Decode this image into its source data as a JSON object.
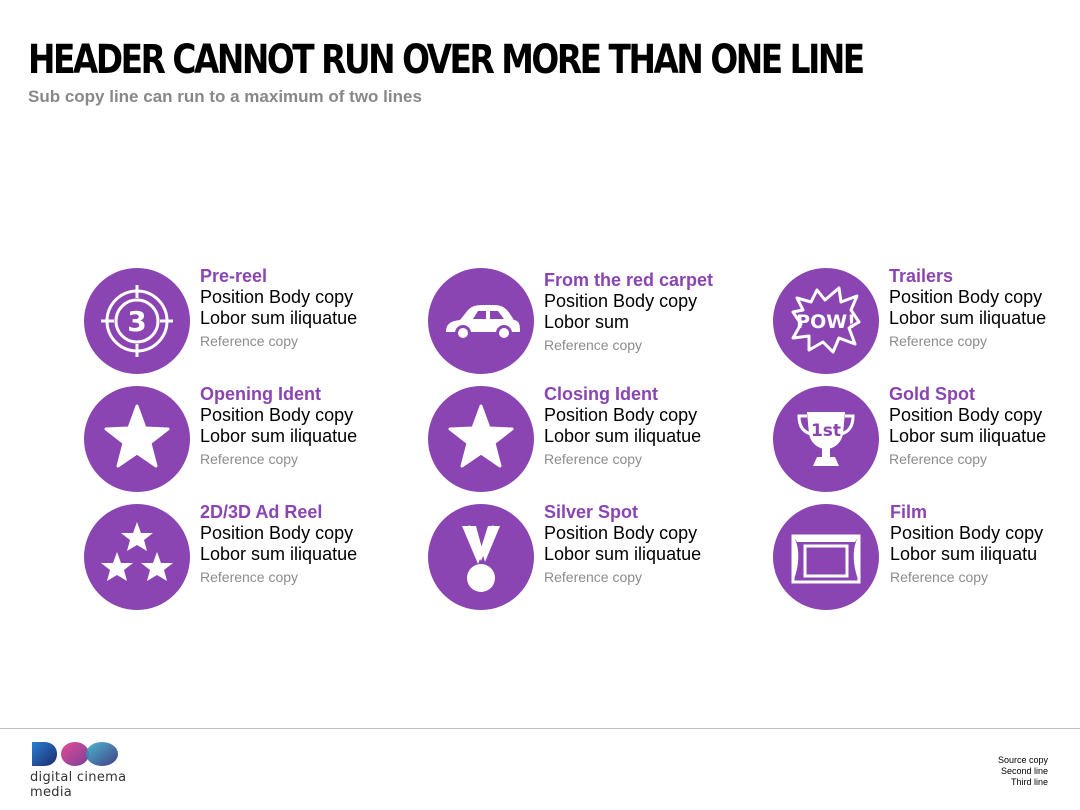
{
  "header": "HEADER CANNOT RUN OVER MORE THAN ONE LINE",
  "subcopy": "Sub copy line can run to a maximum of two lines",
  "accent_color": "#8a45b3",
  "items": [
    {
      "title": "Pre-reel",
      "body": "Position Body copy Lobor sum iliquatue",
      "ref": "Reference copy",
      "icon": "countdown-3-icon",
      "icon_text": "3"
    },
    {
      "title": "From the red carpet",
      "body": "Position Body copy Lobor sum",
      "ref": "Reference copy",
      "icon": "car-icon"
    },
    {
      "title": "Trailers",
      "body": "Position Body copy Lobor sum iliquatue",
      "ref": "Reference copy",
      "icon": "pow-icon",
      "icon_text": "POW!"
    },
    {
      "title": "Opening Ident",
      "body": "Position Body copy Lobor sum iliquatue",
      "ref": "Reference copy",
      "icon": "star-icon"
    },
    {
      "title": "Closing Ident",
      "body": "Position Body copy Lobor sum iliquatue",
      "ref": "Reference copy",
      "icon": "star-icon"
    },
    {
      "title": "Gold Spot",
      "body": "Position Body copy Lobor sum iliquatue",
      "ref": "Reference copy",
      "icon": "trophy-icon",
      "icon_text": "1st"
    },
    {
      "title": "2D/3D Ad Reel",
      "body": "Position Body copy Lobor sum iliquatue",
      "ref": "Reference copy",
      "icon": "three-stars-icon"
    },
    {
      "title": "Silver Spot",
      "body": "Position Body copy Lobor sum iliquatue",
      "ref": "Reference copy",
      "icon": "medal-icon"
    },
    {
      "title": "Film",
      "body": "Position Body copy Lobor sum iliquatu",
      "ref": "Reference copy",
      "icon": "cinema-screen-icon"
    }
  ],
  "logo_text": "digital cinema media",
  "source": [
    "Source copy",
    "Second line",
    "Third line"
  ]
}
